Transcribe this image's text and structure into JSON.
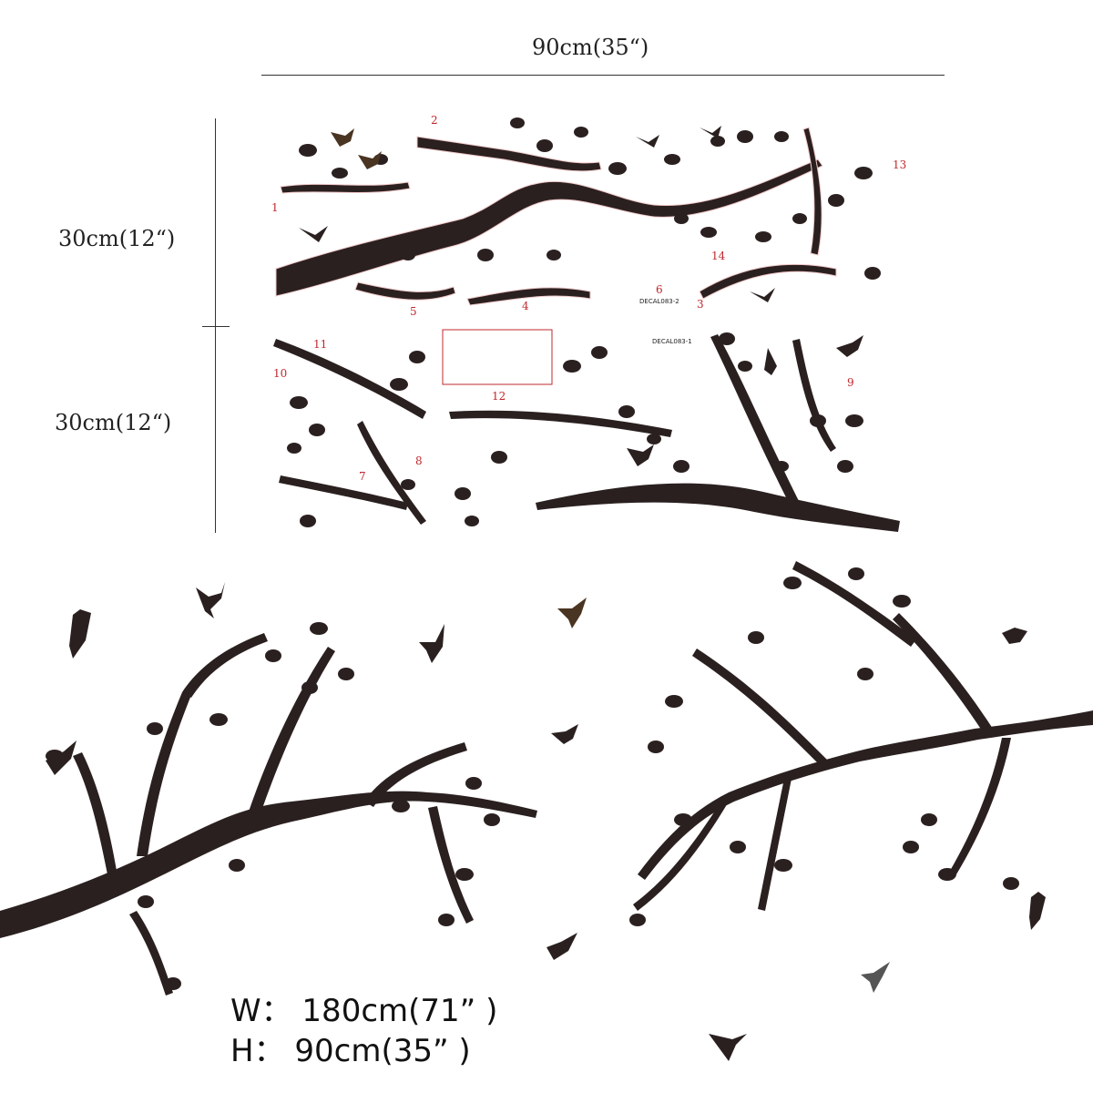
{
  "dimensions": {
    "top_width": "90cm(35“)",
    "left_top_height": "30cm(12“)",
    "left_bottom_height": "30cm(12“)"
  },
  "sheet_top": {
    "code": "DECAL083-2",
    "part_numbers": [
      "1",
      "2",
      "3",
      "4",
      "5",
      "6",
      "13",
      "14"
    ]
  },
  "sheet_bottom": {
    "code": "DECAL083-1",
    "part_numbers": [
      "7",
      "8",
      "9",
      "10",
      "11",
      "12"
    ]
  },
  "colors": {
    "silhouette": "#2b2020",
    "bird_brown": "#4a3522",
    "bird_grey": "#555555",
    "accent_red": "#c0282d"
  },
  "assembled": {
    "width_label": "W： 180cm(71” )",
    "height_label": "H： 90cm(35” )"
  }
}
